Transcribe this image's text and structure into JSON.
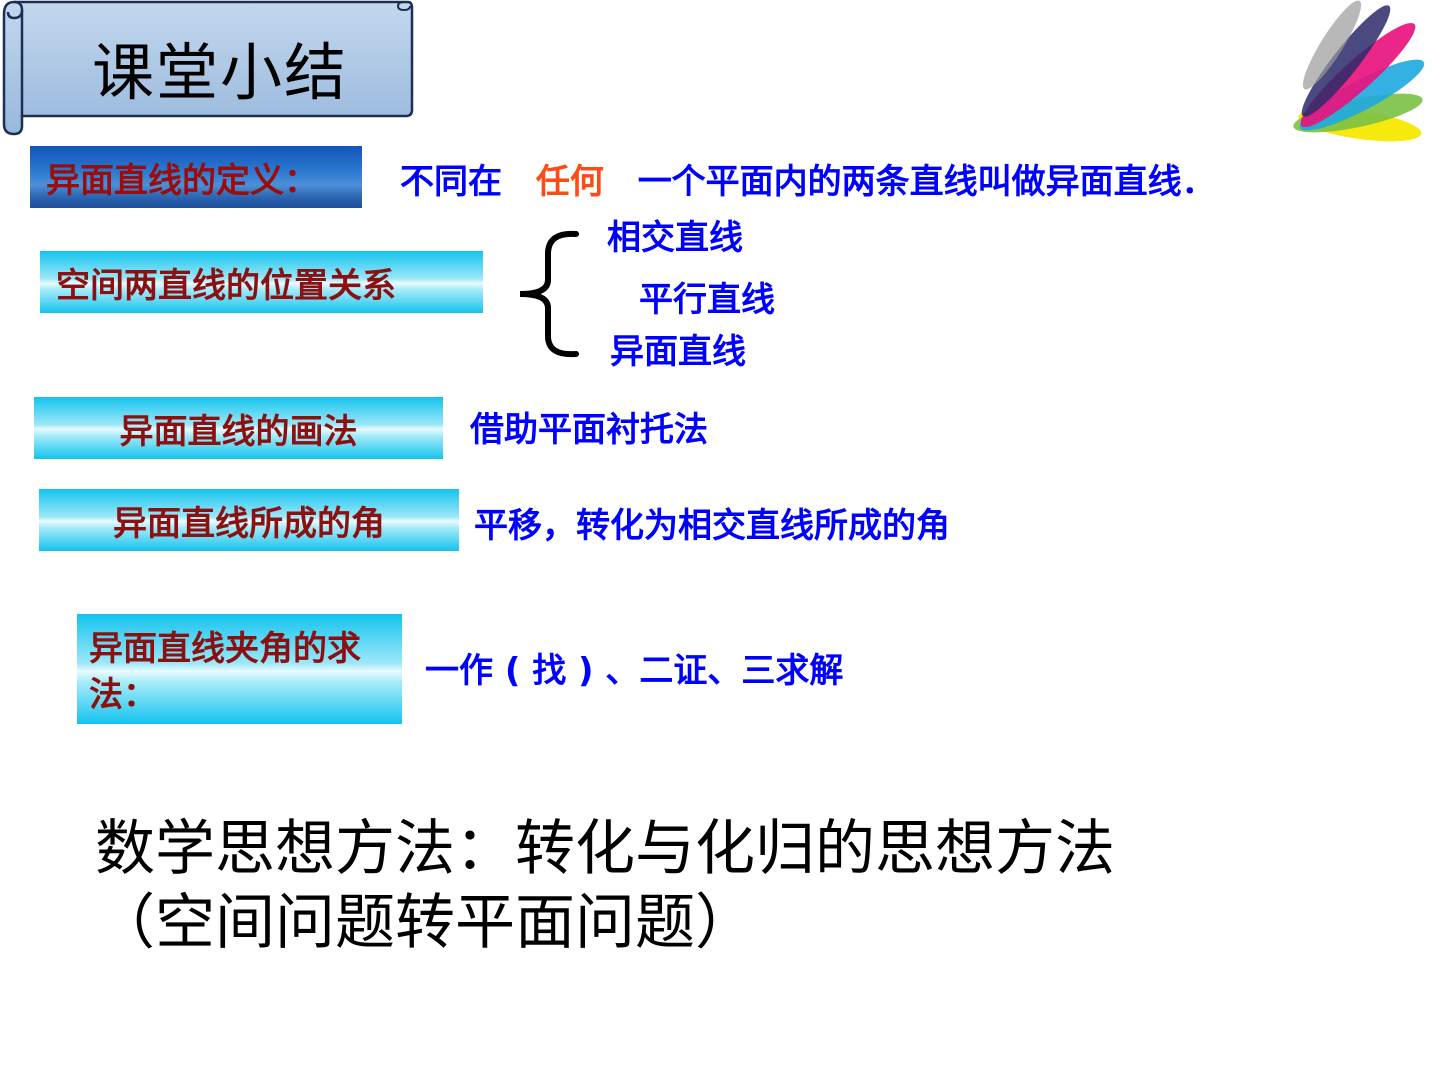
{
  "slide": {
    "title": "课堂小结",
    "definition": {
      "label": "异面直线的定义：",
      "text_before": "不同在",
      "highlight": "任何",
      "text_after": "一个平面内的两条直线叫做异面直线．"
    },
    "relations": {
      "label": "空间两直线的位置关系",
      "items": [
        "相交直线",
        "平行直线",
        "异面直线"
      ]
    },
    "drawing": {
      "label": "异面直线的画法",
      "description": "借助平面衬托法"
    },
    "angle": {
      "label": "异面直线所成的角",
      "description": "平移，转化为相交直线所成的角"
    },
    "angle_method": {
      "label": "异面直线夹角的求法：",
      "description": "一作 ( 找 ) 、二证、三求解"
    },
    "summary": {
      "line1": "数学思想方法：转化与化归的思想方法",
      "line2": "（空间问题转平面问题）"
    },
    "colors": {
      "label_text": "#8b1010",
      "body_text": "#0000ff",
      "highlight": "#ff4a14",
      "cyan_box": "#13c3ee",
      "banner": "#a9c6e4"
    },
    "icons": [
      "scroll-banner-icon",
      "color-fan-logo-icon",
      "left-brace-icon"
    ]
  }
}
